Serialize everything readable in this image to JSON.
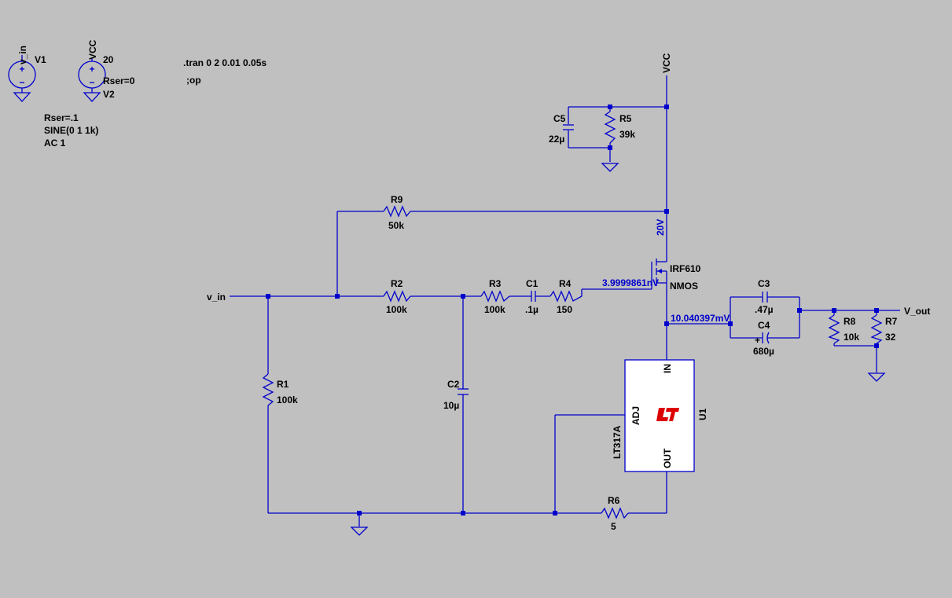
{
  "sources": {
    "v1": {
      "net": "v_in",
      "ref": "V1",
      "params": [
        "Rser=.1",
        "SINE(0 1 1k)",
        "AC 1"
      ]
    },
    "v2": {
      "net": "VCC",
      "value": "20",
      "param": "Rser=0",
      "ref": "V2"
    }
  },
  "directives": {
    "tran": ".tran 0 2 0.01 0.05s",
    "op": ";op"
  },
  "nets": {
    "vcc": "VCC",
    "v_in": "v_in",
    "v_out": "V_out"
  },
  "components": {
    "C5": {
      "ref": "C5",
      "value": "22µ"
    },
    "R5": {
      "ref": "R5",
      "value": "39k"
    },
    "R9": {
      "ref": "R9",
      "value": "50k"
    },
    "R2": {
      "ref": "R2",
      "value": "100k"
    },
    "R3": {
      "ref": "R3",
      "value": "100k"
    },
    "C1": {
      "ref": "C1",
      "value": ".1µ"
    },
    "R4": {
      "ref": "R4",
      "value": "150"
    },
    "M1": {
      "model": "IRF610",
      "type": "NMOS"
    },
    "C3": {
      "ref": "C3",
      "value": ".47µ"
    },
    "C4": {
      "ref": "C4",
      "value": "680µ"
    },
    "R8": {
      "ref": "R8",
      "value": "10k"
    },
    "R7": {
      "ref": "R7",
      "value": "32"
    },
    "R1": {
      "ref": "R1",
      "value": "100k"
    },
    "C2": {
      "ref": "C2",
      "value": "10µ"
    },
    "U1": {
      "ref": "U1",
      "part": "LT317A",
      "pins": {
        "in": "IN",
        "adj": "ADJ",
        "out": "OUT"
      }
    },
    "R6": {
      "ref": "R6",
      "value": "5"
    }
  },
  "annotations": {
    "drain_voltage": "20V",
    "gate_voltage": "3.9999861nV",
    "source_voltage": "10.040397mV"
  },
  "colors": {
    "wire": "#0000cc",
    "background": "#c0c0c0",
    "logo": "#dd0000"
  }
}
